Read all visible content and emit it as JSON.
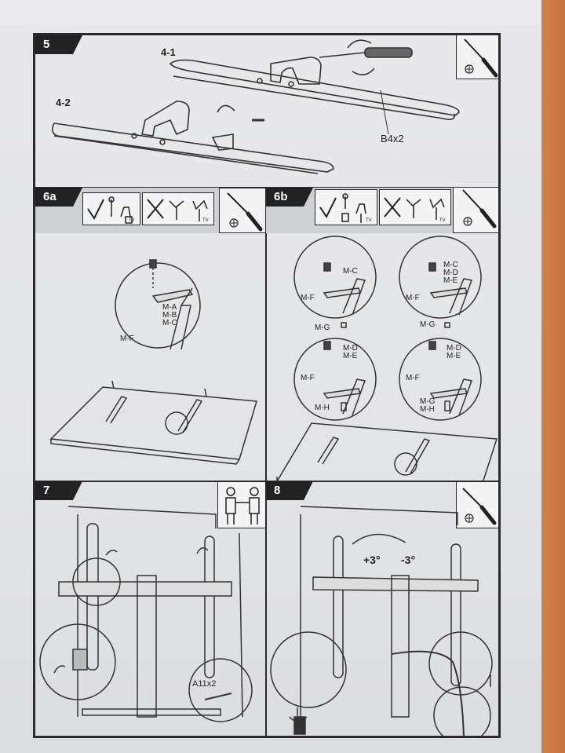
{
  "steps": {
    "s5": {
      "num": "5",
      "sub1": "4-1",
      "sub2": "4-2",
      "part": "B4x2"
    },
    "s6a": {
      "num": "6a",
      "parts": [
        "M-A",
        "M-B",
        "M-C"
      ],
      "plate": "M-F",
      "tv_small": "TV"
    },
    "s6b": {
      "num": "6b",
      "c1": [
        "M-C",
        "M-F",
        "M-G"
      ],
      "c2": [
        "M-C",
        "M-D",
        "M-E",
        "M-F",
        "M-G"
      ],
      "c3": [
        "M-D",
        "M-E",
        "M-F",
        "M-H"
      ],
      "c4": [
        "M-D",
        "M-E",
        "M-F",
        "M-G",
        "M-H"
      ],
      "tv_small": "TV"
    },
    "s7": {
      "num": "7",
      "part": "A11x2"
    },
    "s8": {
      "num": "8",
      "tilt_up": "+3°",
      "tilt_down": "-3°"
    }
  },
  "icons": [
    "screwdriver-icon",
    "checkmark-icon",
    "cross-icon",
    "two-people-icon",
    "arrow-rotate-icon"
  ],
  "colors": {
    "ink": "#2a2a2a",
    "paper": "#e5e6e9",
    "header_band": "#cfd0d3",
    "background_orange": "#d78c57"
  }
}
